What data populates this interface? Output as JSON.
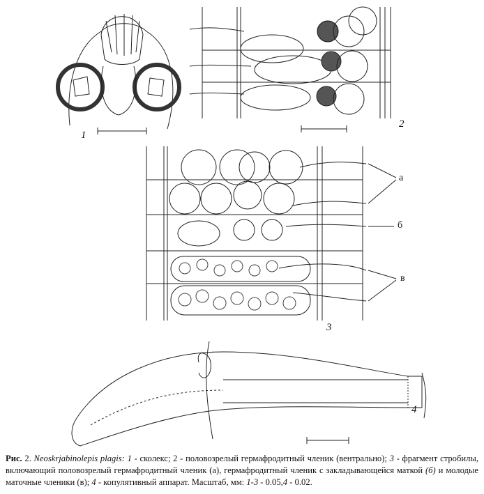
{
  "figure": {
    "panel_labels": [
      "1",
      "2",
      "3",
      "4"
    ],
    "letters": {
      "a": "а",
      "b": "б",
      "v": "в"
    },
    "caption": {
      "prefix": "Рис.",
      "number": " 2. ",
      "species": "Neoskrjabinolepis plagis: 1",
      "t1": " - сколекс; 2 - половозрелый гермафродитный членик (вентрально); ",
      "i3": "3",
      "t2": " - фрагмент стробилы, включающий половозрелый гермафродитный членик (а), гермафродитный членик с закладывающейся маткой ",
      "ib": "(б)",
      "t3": " и молодые маточные членики (в); ",
      "i4": "4",
      "t4": " - копулятивный аппарат. Масштаб, мм: ",
      "i13": "1-3",
      "t5": " - 0.05,",
      "i4b": "4",
      "t6": " - 0.02."
    }
  }
}
